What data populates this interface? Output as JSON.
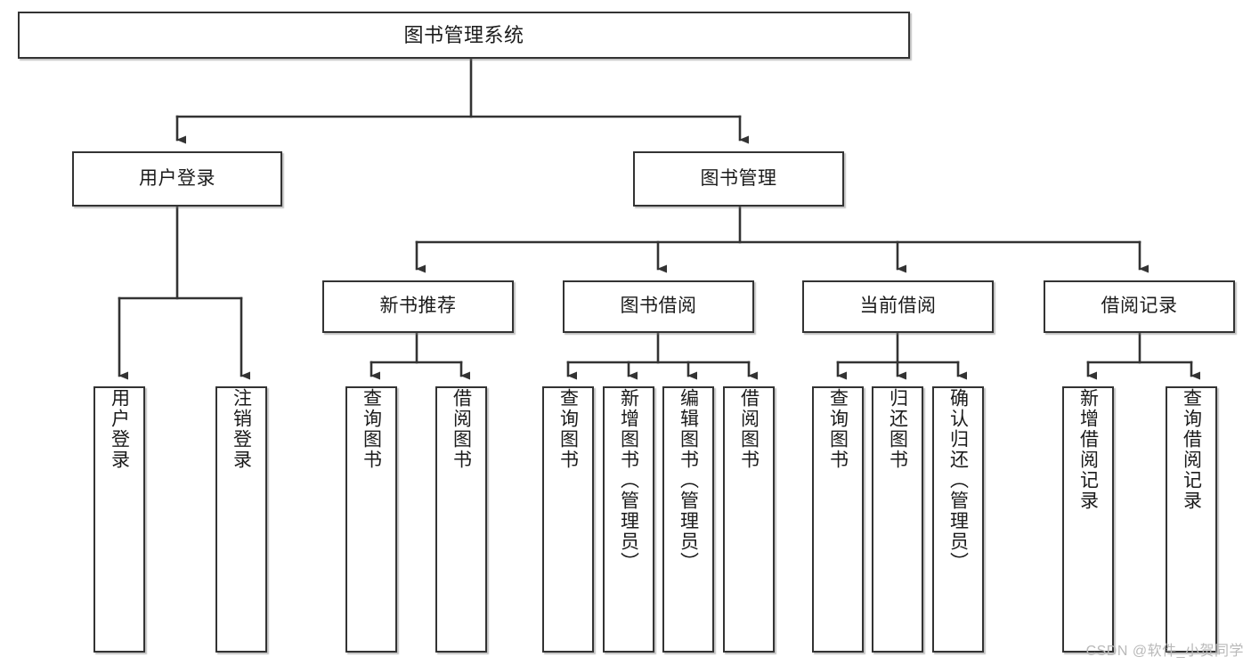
{
  "diagram": {
    "title": "图书管理系统",
    "type": "tree-hierarchy-chart",
    "colors": {
      "box_border": "#333333",
      "box_fill": "#ffffff",
      "connector": "#333333",
      "text": "#1b1b1b",
      "watermark": "#b9b9b9",
      "background": "#ffffff"
    },
    "root": {
      "label": "图书管理系统",
      "orientation": "horizontal"
    },
    "level2": [
      {
        "label": "用户登录",
        "orientation": "horizontal"
      },
      {
        "label": "图书管理",
        "orientation": "horizontal"
      }
    ],
    "level3": [
      {
        "label": "新书推荐",
        "orientation": "horizontal"
      },
      {
        "label": "图书借阅",
        "orientation": "horizontal"
      },
      {
        "label": "当前借阅",
        "orientation": "horizontal"
      },
      {
        "label": "借阅记录",
        "orientation": "horizontal"
      }
    ],
    "leaves": {
      "user_login": [
        {
          "label": "用户登录",
          "orientation": "vertical"
        },
        {
          "label": "注销登录",
          "orientation": "vertical"
        }
      ],
      "new_book_recommend": [
        {
          "label": "查询图书",
          "orientation": "vertical"
        },
        {
          "label": "借阅图书",
          "orientation": "vertical"
        }
      ],
      "book_borrow": [
        {
          "label": "查询图书",
          "orientation": "vertical"
        },
        {
          "label": "新增图书（管理员）",
          "orientation": "vertical"
        },
        {
          "label": "编辑图书（管理员）",
          "orientation": "vertical"
        },
        {
          "label": "借阅图书",
          "orientation": "vertical"
        }
      ],
      "current_borrow": [
        {
          "label": "查询图书",
          "orientation": "vertical"
        },
        {
          "label": "归还图书",
          "orientation": "vertical"
        },
        {
          "label": "确认归还（管理员）",
          "orientation": "vertical"
        }
      ],
      "borrow_record": [
        {
          "label": "新增借阅记录",
          "orientation": "vertical"
        },
        {
          "label": "查询借阅记录",
          "orientation": "vertical"
        }
      ]
    }
  },
  "watermark": {
    "text": "CSDN @软件_小贺同学"
  }
}
